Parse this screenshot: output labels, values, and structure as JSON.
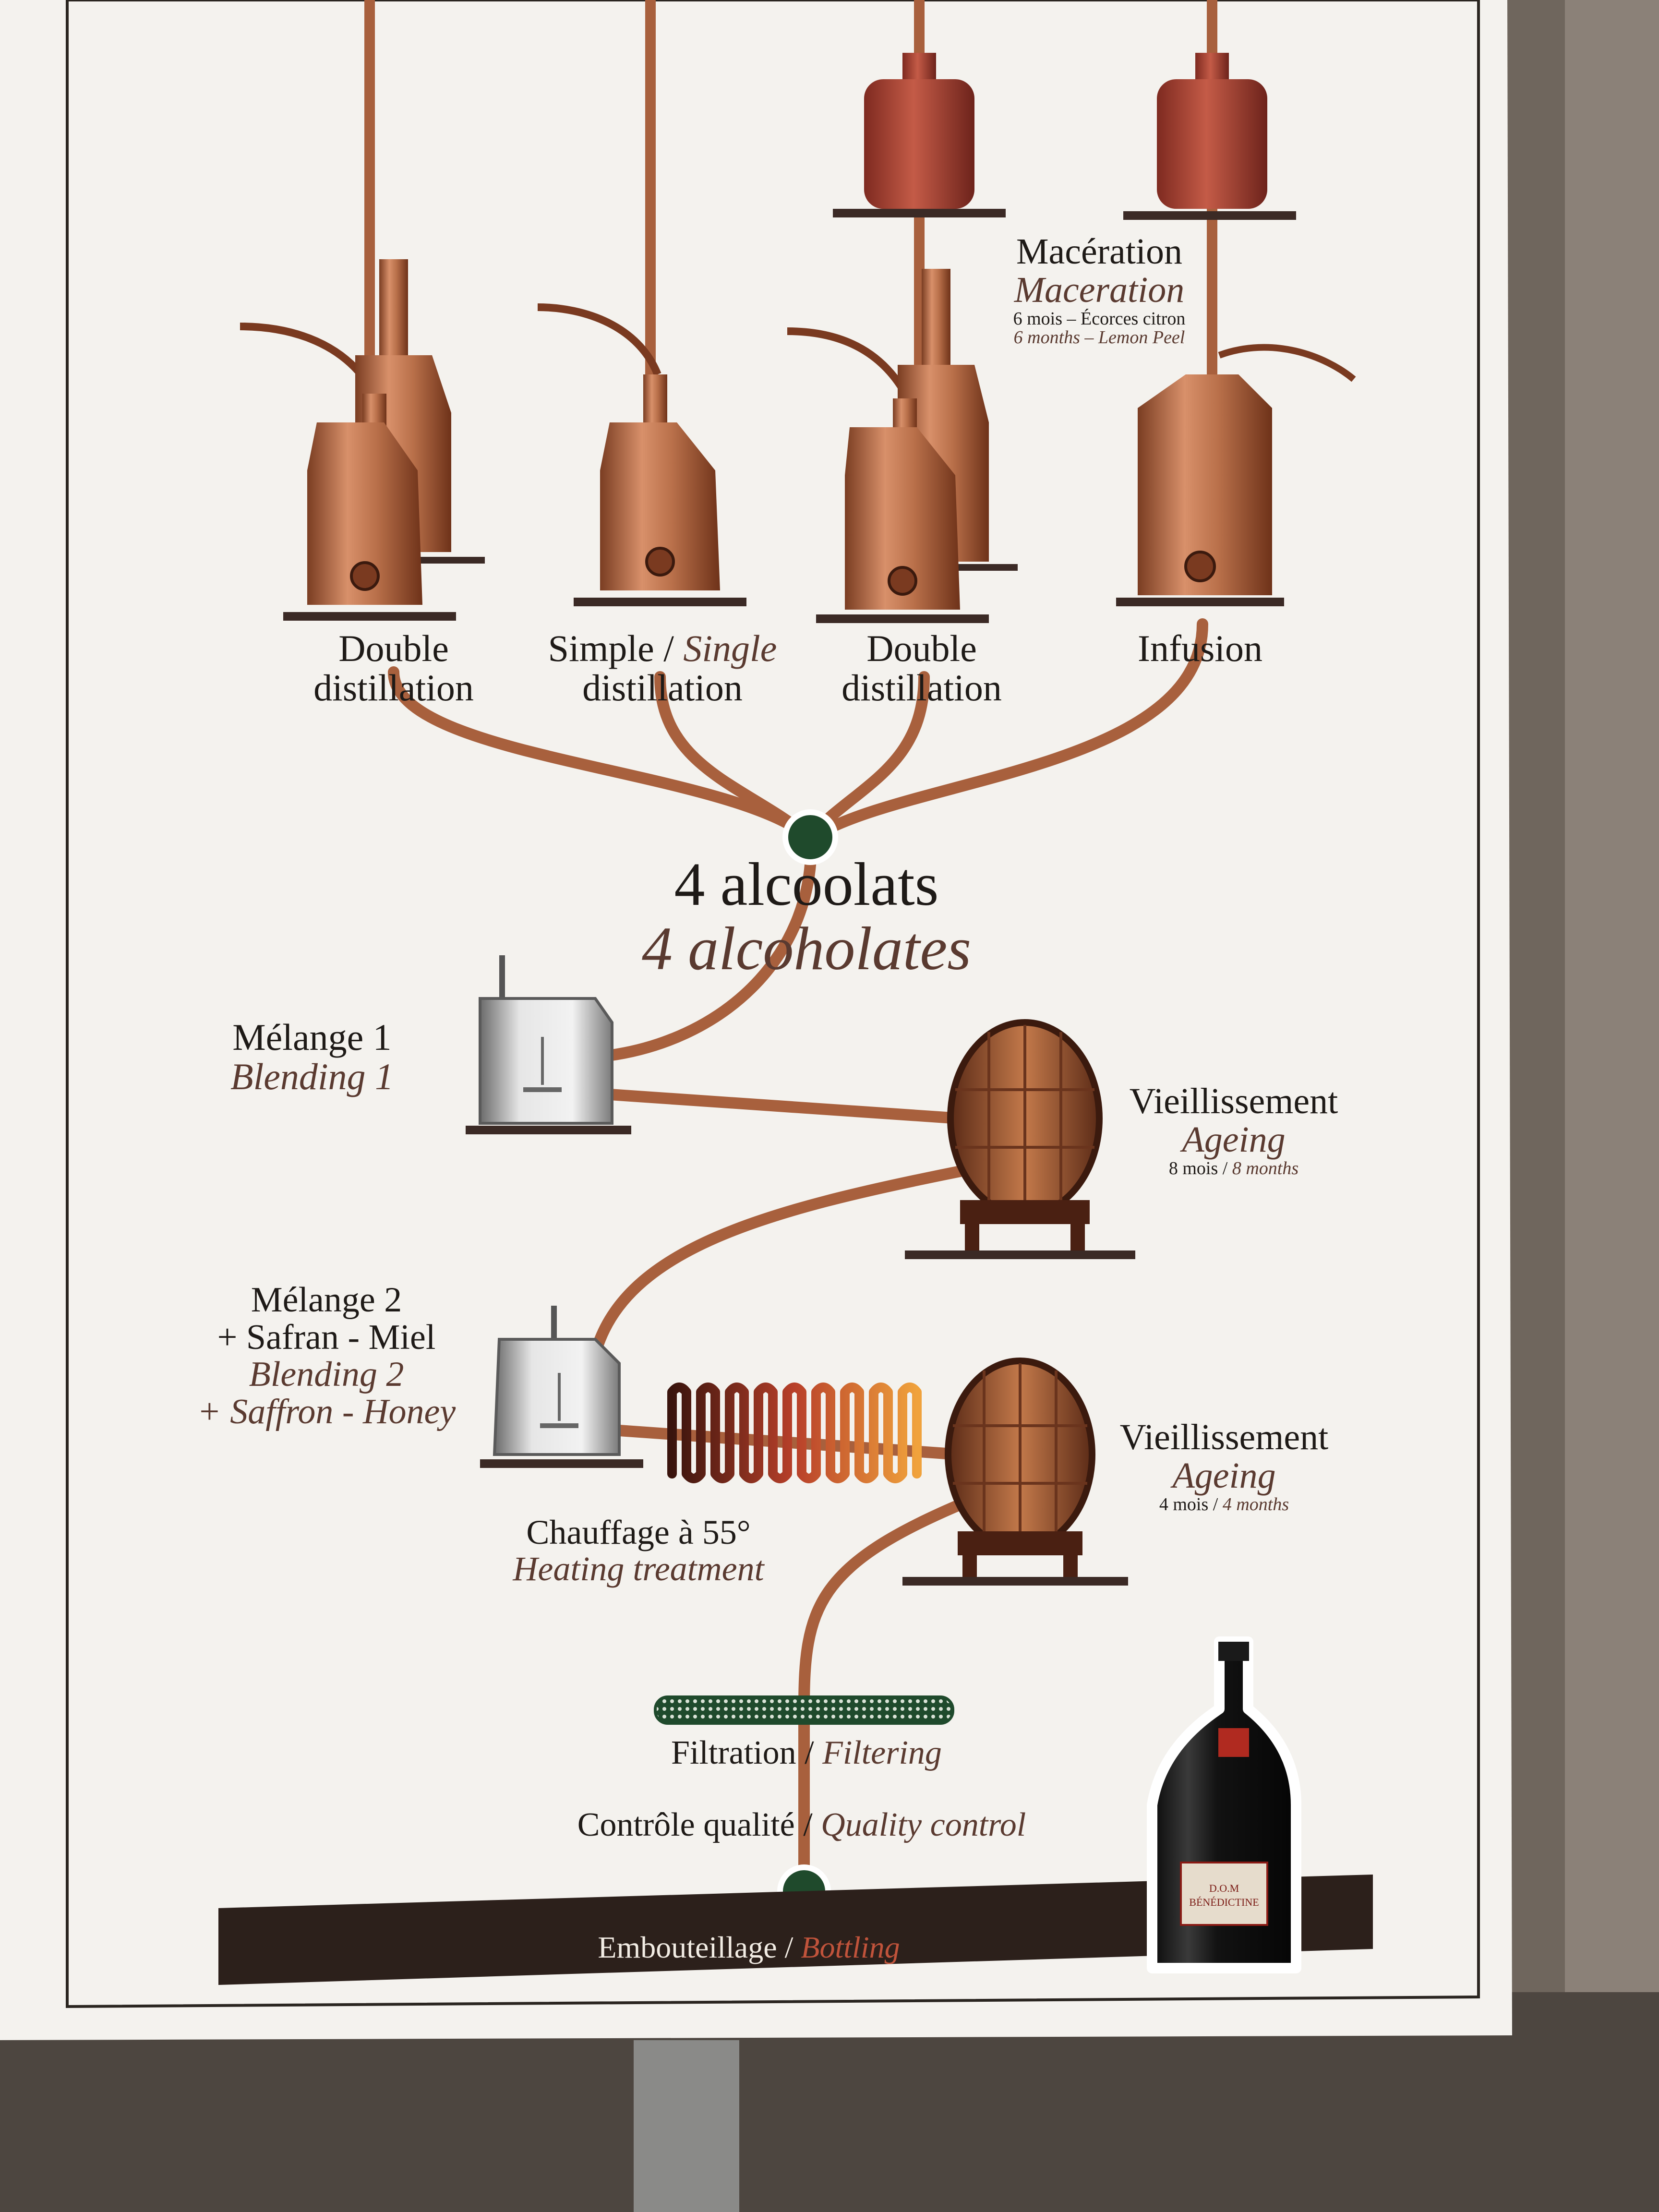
{
  "steps": {
    "maceration": {
      "fr": "Macération",
      "en": "Maceration",
      "note_fr": "6 mois – Écorces citron",
      "note_en": "6 months – Lemon Peel"
    },
    "still_1": {
      "line1": "Double",
      "line2": "distillation"
    },
    "still_2": {
      "fr": "Simple",
      "sep": " / ",
      "en": "Single",
      "line2": "distillation"
    },
    "still_3": {
      "line1": "Double",
      "line2": "distillation"
    },
    "still_4": {
      "label": "Infusion"
    },
    "alcoholates": {
      "fr": "4 alcoolats",
      "en": "4 alcoholates"
    },
    "blend_1": {
      "fr": "Mélange 1",
      "en": "Blending 1"
    },
    "ageing_1": {
      "fr": "Vieillissement",
      "en": "Ageing",
      "note_fr": "8 mois",
      "sep": " / ",
      "note_en": "8 months"
    },
    "blend_2": {
      "fr1": "Mélange 2",
      "fr2": "+ Safran - Miel",
      "en1": "Blending 2",
      "en2": "+ Saffron - Honey"
    },
    "ageing_2": {
      "fr": "Vieillissement",
      "en": "Ageing",
      "note_fr": "4 mois",
      "sep": " / ",
      "note_en": "4 months"
    },
    "heating": {
      "fr": "Chauffage à 55°",
      "en": "Heating treatment"
    },
    "filtration": {
      "fr": "Filtration",
      "sep": " / ",
      "en": "Filtering"
    },
    "quality": {
      "fr": "Contrôle qualité",
      "sep": " / ",
      "en": "Quality control"
    },
    "bottling": {
      "fr": "Embouteillage",
      "sep": " / ",
      "en": "Bottling"
    }
  },
  "bottle_label": {
    "brand": "D.O.M",
    "name": "BÉNÉDICTINE"
  },
  "colors": {
    "copper": "#b8714b",
    "node": "#1f4a2c",
    "band": "#2c201b",
    "panel": "#f3f0ea"
  }
}
